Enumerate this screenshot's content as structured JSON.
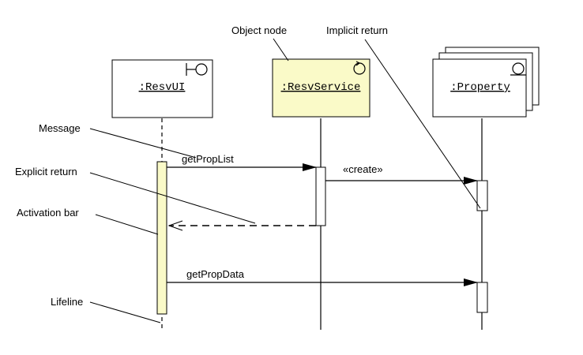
{
  "colors": {
    "highlight_fill": "#fafac8",
    "object_fill": "#ffffff",
    "activation_fill_left": "#fafac8",
    "stroke": "#000000"
  },
  "objects": {
    "resv_ui": {
      "name": ":ResvUI",
      "stereotype_icon": "boundary-icon"
    },
    "resv_service": {
      "name": ":ResvService",
      "stereotype_icon": "control-icon"
    },
    "property": {
      "name": ":Property",
      "stereotype_icon": "entity-icon"
    }
  },
  "messages": {
    "get_prop_list": "getPropList",
    "create": "«create»",
    "get_prop_data": "getPropData"
  },
  "callouts": {
    "object_node": "Object node",
    "implicit_return": "Implicit return",
    "message": "Message",
    "explicit_return": "Explicit return",
    "activation_bar": "Activation bar",
    "lifeline": "Lifeline"
  }
}
